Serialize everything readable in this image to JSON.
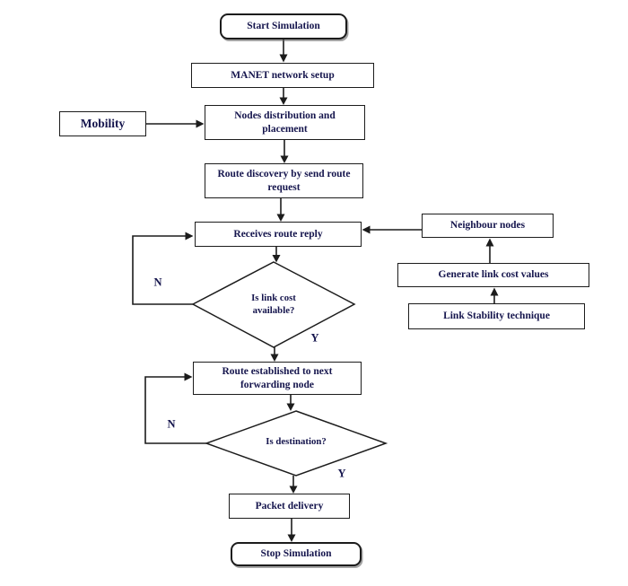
{
  "flowchart": {
    "nodes": {
      "start": "Start Simulation",
      "manet_setup": "MANET network setup",
      "mobility": "Mobility",
      "nodes_distribution": "Nodes distribution and placement",
      "route_discovery": "Route discovery by send route request",
      "receives_route_reply": "Receives route reply",
      "neighbour_nodes": "Neighbour nodes",
      "generate_link_cost": "Generate link cost values",
      "link_stability": "Link Stability technique",
      "is_link_cost_available": "Is link cost available?",
      "route_established": "Route established to next forwarding node",
      "is_destination": "Is destination?",
      "packet_delivery": "Packet delivery",
      "stop": "Stop Simulation"
    },
    "branch_labels": {
      "link_cost_no": "N",
      "link_cost_yes": "Y",
      "destination_no": "N",
      "destination_yes": "Y"
    },
    "colors": {
      "line": "#1c1c1c",
      "text": "#15154d",
      "background": "#ffffff"
    }
  }
}
